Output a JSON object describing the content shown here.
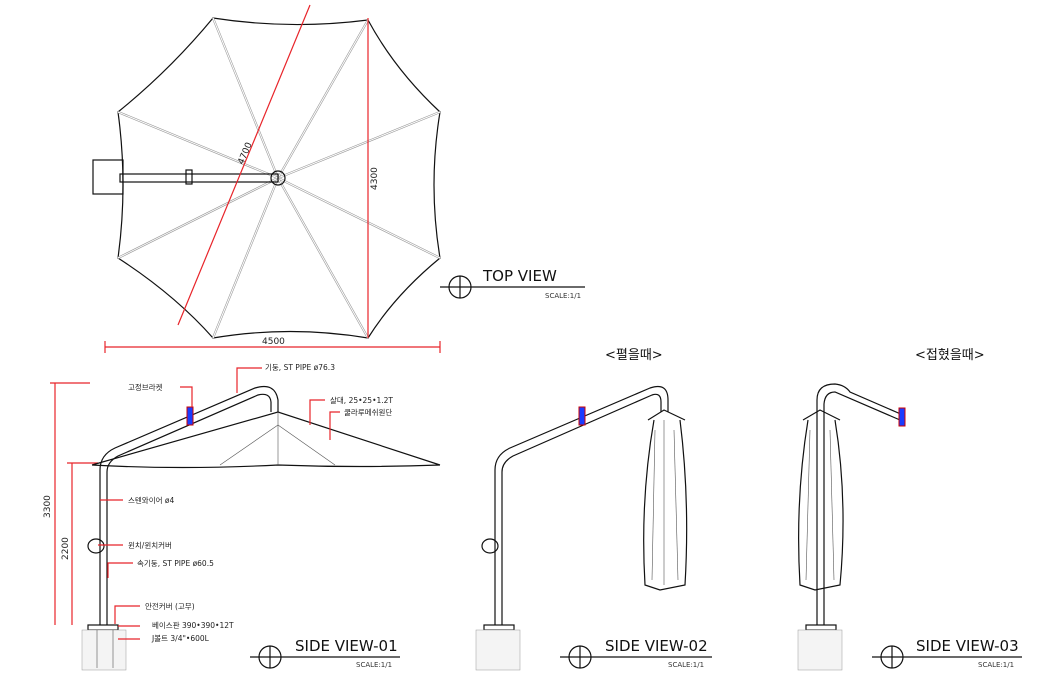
{
  "top_view": {
    "title": "TOP VIEW",
    "scale": "SCALE:1/1",
    "dim_diagonal": "4700",
    "dim_height": "4300",
    "dim_width": "4500"
  },
  "side_view_01": {
    "title": "SIDE VIEW-01",
    "scale": "SCALE:1/1",
    "dim_total": "3300",
    "dim_post": "2200",
    "labels": {
      "post": "기둥, ST PIPE ø76.3",
      "bracket": "고정브라켓",
      "rib": "살대, 25•25•1.2T",
      "fabric": "쿨라루메쉬원단",
      "wire": "스텐와이어 ø4",
      "winch": "윈치/윈치커버",
      "inner_post": "속기둥, ST PIPE ø60.5",
      "safety_cover": "안전커버 (고무)",
      "base_plate": "베이스판 390•390•12T",
      "j_bolt": "J볼트 3/4\"•600L"
    }
  },
  "side_view_02": {
    "title": "SIDE VIEW-02",
    "scale": "SCALE:1/1",
    "caption": "<펼을때>"
  },
  "side_view_03": {
    "title": "SIDE VIEW-03",
    "scale": "SCALE:1/1",
    "caption": "<접혔을때>"
  },
  "colors": {
    "dimension": "#e8242a",
    "line": "#111111"
  }
}
